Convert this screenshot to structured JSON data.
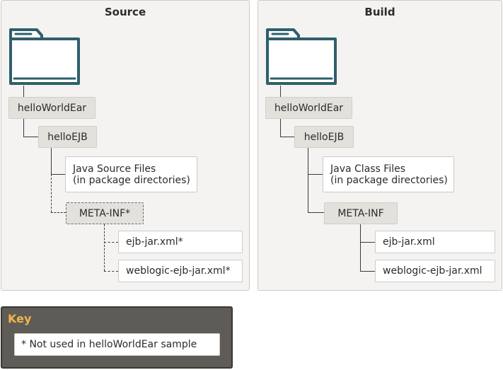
{
  "source": {
    "title": "Source",
    "ear": "helloWorldEar",
    "ejb": "helloEJB",
    "java_files": "Java Source Files\n(in package directories)",
    "meta_inf": "META-INF*",
    "ejb_jar": "ejb-jar.xml*",
    "weblogic_ejb_jar": "weblogic-ejb-jar.xml*"
  },
  "build": {
    "title": "Build",
    "ear": "helloWorldEar",
    "ejb": "helloEJB",
    "java_files": "Java Class Files\n(in package directories)",
    "meta_inf": "META-INF",
    "ejb_jar": "ejb-jar.xml",
    "weblogic_ejb_jar": "weblogic-ejb-jar.xml"
  },
  "key": {
    "title": "Key",
    "note": "*  Not used in helloWorldEar sample"
  },
  "colors": {
    "folder": "#2f5f6b",
    "key_title": "#f2b54a",
    "key_background": "#5f5b56"
  },
  "icons": {
    "folder": "folder-icon"
  }
}
